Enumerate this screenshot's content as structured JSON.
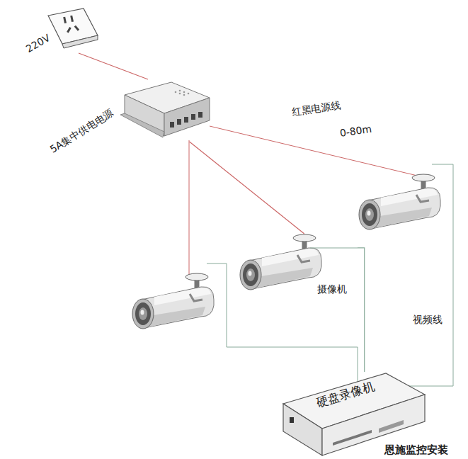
{
  "diagram": {
    "nodes": [
      {
        "text": [
          "220V"
        ]
      },
      {
        "text": [
          "5A集中供电电源"
        ]
      },
      {
        "text": [
          "摄像机"
        ]
      },
      {
        "text": [
          "硬盘录像机"
        ]
      }
    ],
    "edges": [
      {
        "from": 0,
        "to": 1,
        "arrow": "none"
      },
      {
        "from": 1,
        "to": 2,
        "arrow": "none"
      },
      {
        "from": 2,
        "to": 3,
        "arrow": "none"
      }
    ],
    "labels": [
      "红黑电源线",
      "0-80m",
      "视频线",
      "恩施监控安装"
    ]
  }
}
